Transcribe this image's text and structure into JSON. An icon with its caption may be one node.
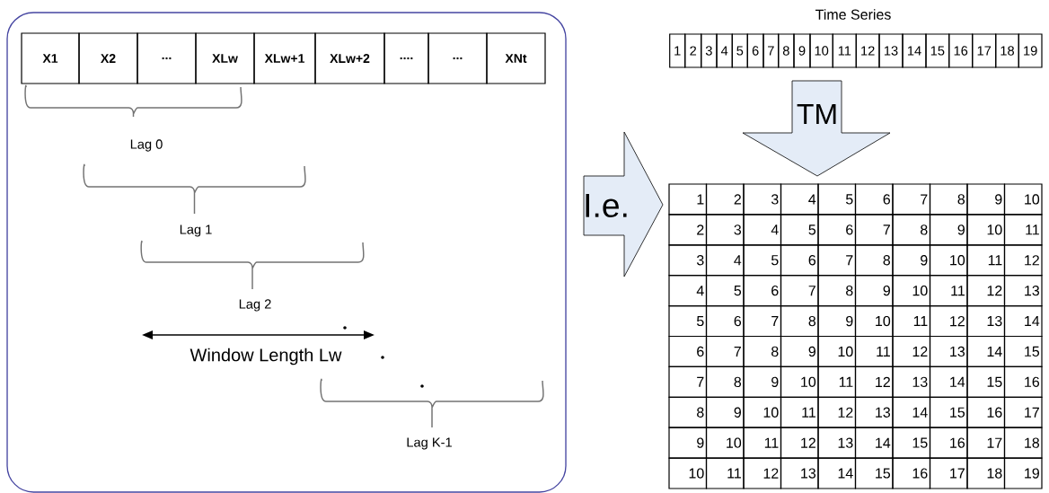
{
  "diagram": {
    "nodes": [
      {
        "text": [],
        "shape": "box"
      },
      {
        "text": [
          "I.e."
        ]
      },
      {
        "text": [
          "TM"
        ]
      }
    ],
    "labels": [
      "Time Series",
      "1",
      "2",
      "3",
      "4",
      "5",
      "6",
      "7",
      "8",
      "9",
      "10",
      "11",
      "12",
      "13",
      "14",
      "15",
      "16",
      "17",
      "18",
      "19",
      "X1",
      "X2",
      "...",
      "XLw",
      "XLw+1",
      "XLw+2",
      "....",
      "...",
      "XNt",
      "Lag 0",
      "Lag 1",
      "Lag 2",
      "Window Length Lw",
      "Lag K-1",
      "1",
      "2",
      "3",
      "4",
      "5",
      "6",
      "7",
      "8",
      "9",
      "10",
      "2",
      "3",
      "4",
      "5",
      "6",
      "7",
      "8",
      "9",
      "10",
      "11",
      "3",
      "4",
      "5",
      "6",
      "7",
      "8",
      "9",
      "10",
      "11",
      "12",
      "4",
      "5",
      "6",
      "7",
      "8",
      "9",
      "10",
      "11",
      "12",
      "13",
      "5",
      "6",
      "7",
      "8",
      "9",
      "10",
      "11",
      "12",
      "13",
      "14",
      "6",
      "7",
      "8",
      "9",
      "10",
      "11",
      "12",
      "13",
      "14",
      "15",
      "7",
      "8",
      "9",
      "10",
      "11",
      "12",
      "13",
      "14",
      "15",
      "16",
      "8",
      "9",
      "10",
      "11",
      "12",
      "13",
      "14",
      "15",
      "16",
      "17",
      "9",
      "10",
      "11",
      "12",
      "13",
      "14",
      "15",
      "16",
      "17",
      "18",
      "10",
      "11",
      "12",
      "13",
      "14",
      "15",
      "16",
      "17",
      "18",
      "19"
    ]
  }
}
